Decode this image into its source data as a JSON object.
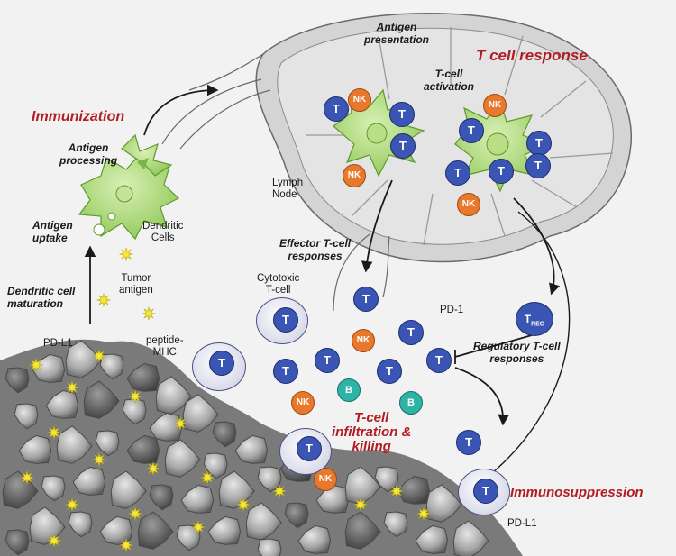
{
  "labels": {
    "immunization": "Immunization",
    "t_cell_response": "T cell response",
    "antigen_presentation_1": "Antigen",
    "antigen_presentation_2": "presentation",
    "t_cell_activation_1": "T-cell",
    "t_cell_activation_2": "activation",
    "antigen_processing_1": "Antigen",
    "antigen_processing_2": "processing",
    "antigen_uptake_1": "Antigen",
    "antigen_uptake_2": "uptake",
    "dendritic_cells_1": "Dendritic",
    "dendritic_cells_2": "Cells",
    "lymph_node_1": "Lymph",
    "lymph_node_2": "Node",
    "effector_1": "Effector T-cell",
    "effector_2": "responses",
    "cytotoxic_1": "Cytotoxic",
    "cytotoxic_2": "T-cell",
    "pd1": "PD-1",
    "treg_t": "T",
    "treg_sub": "REG",
    "regulatory_1": "Regulatory T-cell",
    "regulatory_2": "responses",
    "dc_maturation_1": "Dendritic cell",
    "dc_maturation_2": "maturation",
    "tumor_antigen_1": "Tumor",
    "tumor_antigen_2": "antigen",
    "pdl1_top": "PD-L1",
    "peptide_mhc_1": "peptide-",
    "peptide_mhc_2": "MHC",
    "infiltration_1": "T-cell",
    "infiltration_2": "infiltration &",
    "infiltration_3": "killing",
    "immunosuppression": "Immunosuppression",
    "pdl1_bottom": "PD-L1"
  },
  "cells": {
    "t": "T",
    "nk": "NK",
    "b": "B"
  },
  "colors": {
    "accent_red": "#b01e24",
    "t_cell": "#3b55b5",
    "nk_cell": "#e8782c",
    "b_cell": "#2fb3a6",
    "dendritic": "#a8d86e",
    "lymph_node": "#d9d9d9",
    "tumor": "#8a8a8a",
    "antigen": "#f5e83a"
  }
}
